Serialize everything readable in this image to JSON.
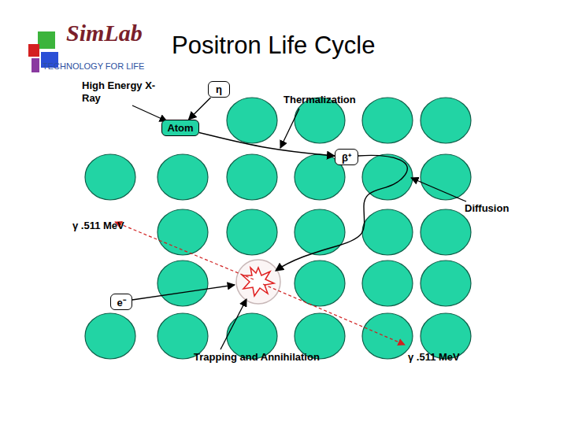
{
  "diagram": {
    "title": "Positron Life Cycle",
    "nodes": [
      {
        "text": [
          "η"
        ]
      },
      {
        "text": [
          "Atom"
        ]
      },
      {
        "text": [
          "β⁺"
        ]
      },
      {
        "text": [
          "e⁻"
        ]
      }
    ],
    "edges": [
      {
        "from": 0,
        "to": 1,
        "arrow": "to"
      },
      {
        "from": 1,
        "to": 2,
        "arrow": "to"
      }
    ],
    "labels": [
      "SimLab",
      "TECHNOLOGY FOR LIFE",
      "High Energy X-Ray",
      "Thermalization",
      "Diffusion",
      "γ .511 MeV",
      "γ .511 MeV",
      "Trapping and Annihilation"
    ]
  }
}
